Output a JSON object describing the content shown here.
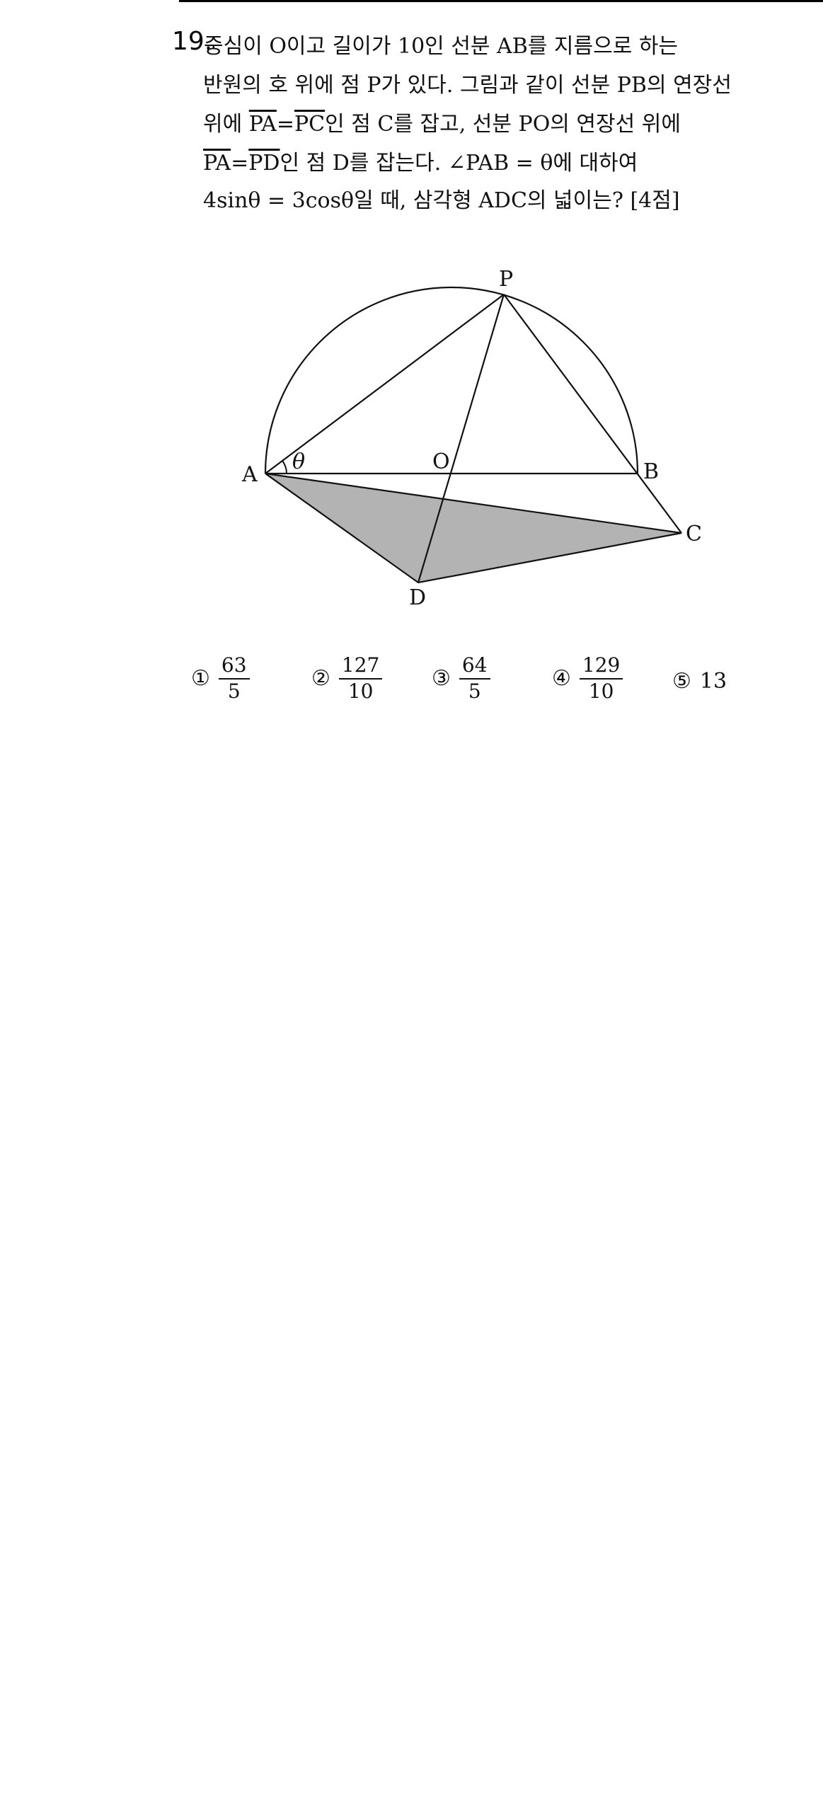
{
  "question": {
    "number": "19.",
    "lines": {
      "l1": "중심이 O이고 길이가 10인 선분 AB를 지름으로 하는",
      "l2": "반원의 호 위에 점 P가 있다. 그림과 같이 선분 PB의 연장선",
      "l3_pre": "위에 ",
      "l3_seg1": "PA",
      "l3_eq": "=",
      "l3_seg2": "PC",
      "l3_post": "인 점 C를 잡고, 선분 PO의 연장선 위에",
      "l4_seg1": "PA",
      "l4_eq": "=",
      "l4_seg2": "PD",
      "l4_post": "인 점 D를 잡는다. ∠PAB = θ에 대하여",
      "l5": "4sinθ = 3cosθ일 때, 삼각형 ADC의 넓이는? [4점]"
    }
  },
  "figure": {
    "labels": {
      "P": "P",
      "A": "A",
      "O": "O",
      "B": "B",
      "C": "C",
      "D": "D",
      "theta": "θ"
    },
    "shade_color": "#b3b3b3"
  },
  "choices": [
    {
      "marker": "①",
      "numerator": "63",
      "denominator": "5"
    },
    {
      "marker": "②",
      "numerator": "127",
      "denominator": "10"
    },
    {
      "marker": "③",
      "numerator": "64",
      "denominator": "5"
    },
    {
      "marker": "④",
      "numerator": "129",
      "denominator": "10"
    },
    {
      "marker": "⑤",
      "value": "13"
    }
  ]
}
